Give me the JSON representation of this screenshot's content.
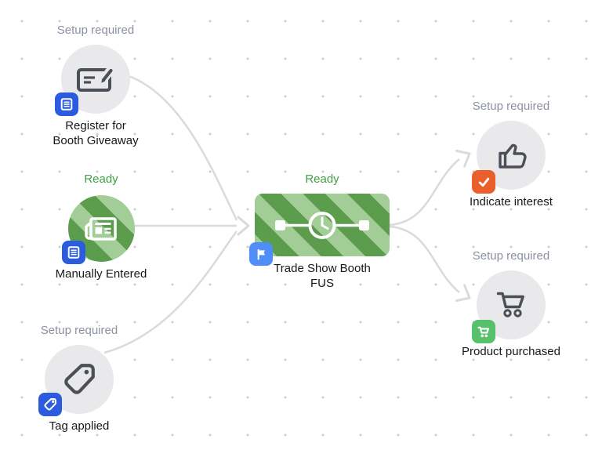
{
  "canvas": {
    "type": "campaign-builder-canvas"
  },
  "colors": {
    "dot_gray": "#cbcbcb",
    "edge": "#dadada",
    "setup_text": "#8c91a1",
    "ready_text": "#3fa142",
    "circle_gray": "#e9e9eb",
    "icon_dark": "#4a4f58",
    "stripe_dark": "#5c9c4d",
    "stripe_light": "#a3cd96",
    "badge_blue": "#2b5ce0",
    "badge_flag_blue": "#4f8df9",
    "badge_orange": "#e9602c",
    "badge_green": "#56c16a"
  },
  "nodes": {
    "register": {
      "status": "Setup required",
      "label_line1": "Register for",
      "label_line2": "Booth Giveaway",
      "icon": "signature-card-icon",
      "badge": "contact-list-icon"
    },
    "manual": {
      "status": "Ready",
      "label_line1": "Manually Entered",
      "icon": "newspaper-icon",
      "badge": "contact-list-icon"
    },
    "tag": {
      "status": "Setup required",
      "label_line1": "Tag applied",
      "icon": "tag-icon",
      "badge": "tag-icon"
    },
    "fus": {
      "status": "Ready",
      "label_line1": "Trade Show Booth",
      "label_line2": "FUS",
      "icon": "sequence-timer-icon",
      "badge": "flag-icon"
    },
    "interest": {
      "status": "Setup required",
      "label_line1": "Indicate interest",
      "icon": "thumbs-up-icon",
      "badge": "checkmark-icon"
    },
    "purchase": {
      "status": "Setup required",
      "label_line1": "Product purchased",
      "icon": "cart-icon",
      "badge": "cart-icon"
    }
  },
  "edges": [
    {
      "from": "register",
      "to": "fus"
    },
    {
      "from": "manual",
      "to": "fus"
    },
    {
      "from": "tag",
      "to": "fus"
    },
    {
      "from": "fus",
      "to": "interest"
    },
    {
      "from": "fus",
      "to": "purchase"
    }
  ]
}
